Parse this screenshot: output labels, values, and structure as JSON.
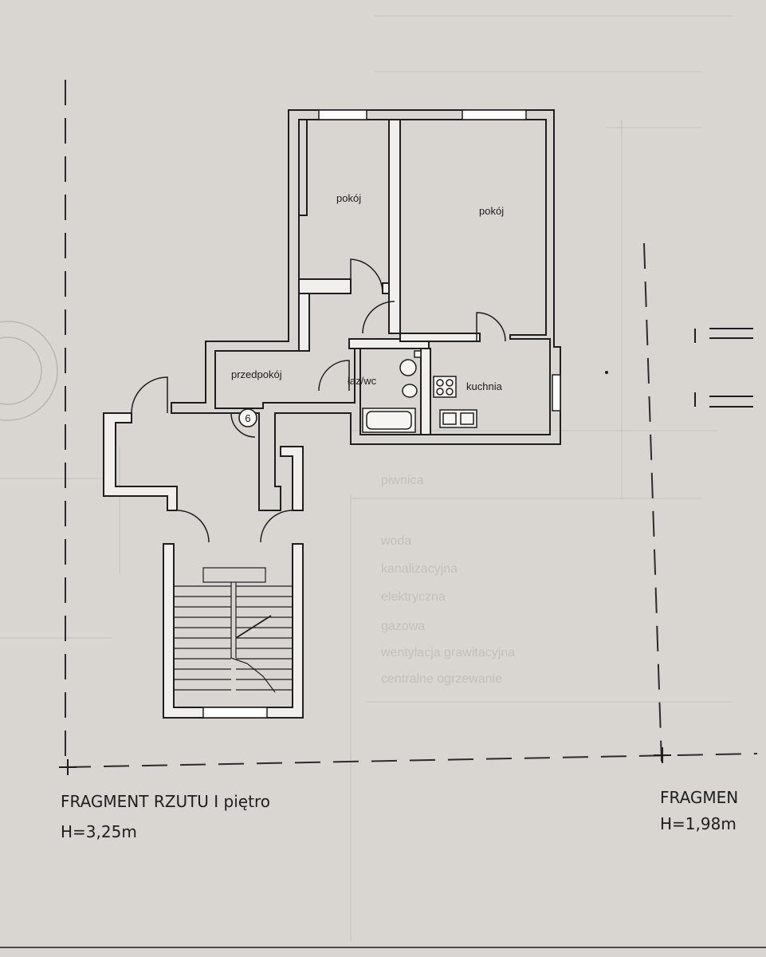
{
  "rooms": {
    "pokoj_small": "pokój",
    "pokoj_large": "pokój",
    "hallway": "przedpokój",
    "bathroom": "łaz/wc",
    "kitchen": "kuchnia",
    "marker": "6"
  },
  "captions": {
    "main_title": "FRAGMENT RZUTU I piętro",
    "main_height": "H=3,25m",
    "side_title": "FRAGMEN",
    "side_height": "H=1,98m"
  },
  "faint_text": [
    "woda",
    "kanalizacyjna",
    "elektryczna",
    "gazowa",
    "wentylacja grawitacyjna",
    "centralne ogrzewanie",
    "piwnica"
  ],
  "colors": {
    "paper": "#d9d6d1",
    "ink": "#1e1e1e",
    "wall_fill": "#f1efeb",
    "faint": "#c3c1bd"
  }
}
